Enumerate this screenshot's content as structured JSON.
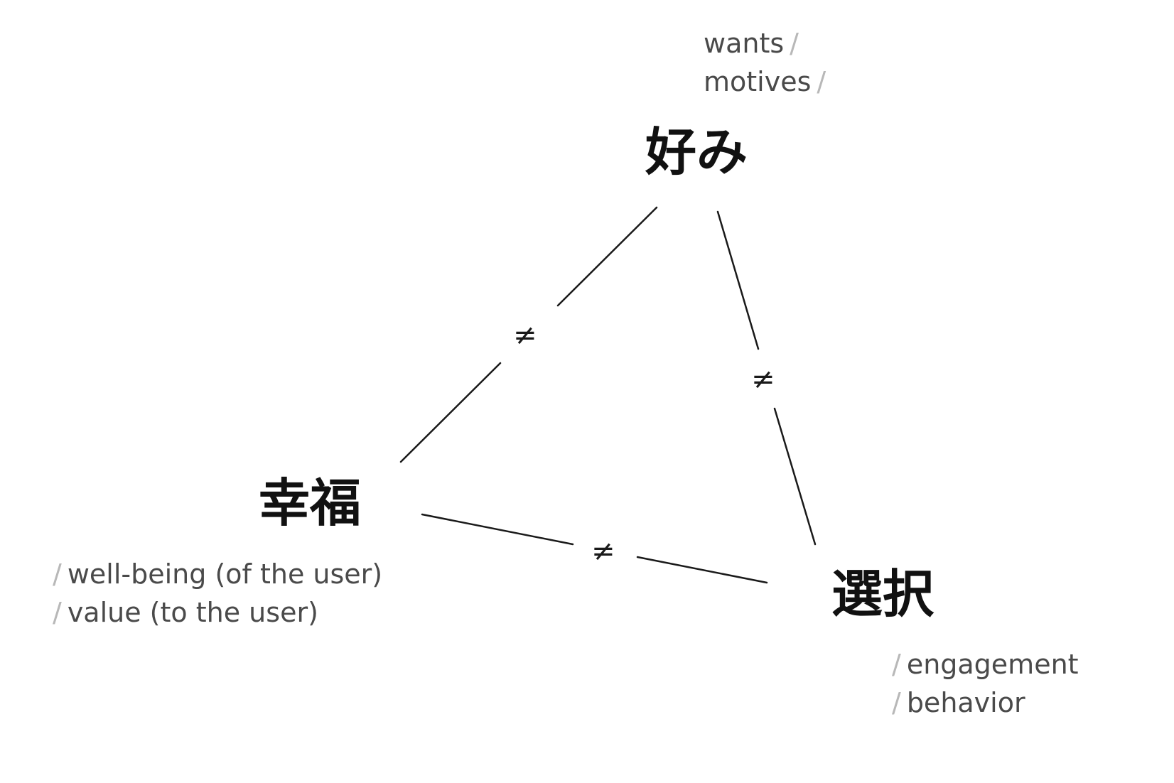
{
  "nodes": {
    "preference": {
      "label": "好み"
    },
    "happiness": {
      "label": "幸福"
    },
    "choice": {
      "label": "選択"
    }
  },
  "relations": {
    "preference_happiness": "≠",
    "preference_choice": "≠",
    "happiness_choice": "≠"
  },
  "annotations": {
    "preference": {
      "slash": "/",
      "lines": [
        "wants",
        "motives"
      ]
    },
    "happiness": {
      "slash": "/",
      "lines": [
        "well-being (of the user)",
        "value (to the user)"
      ]
    },
    "choice": {
      "slash": "/",
      "lines": [
        "engagement",
        "behavior"
      ]
    }
  },
  "colors": {
    "node_text": "#111111",
    "annotation_text": "#4a4a4a",
    "slash": "#b8b8b8",
    "edge": "#1a1a1a"
  }
}
